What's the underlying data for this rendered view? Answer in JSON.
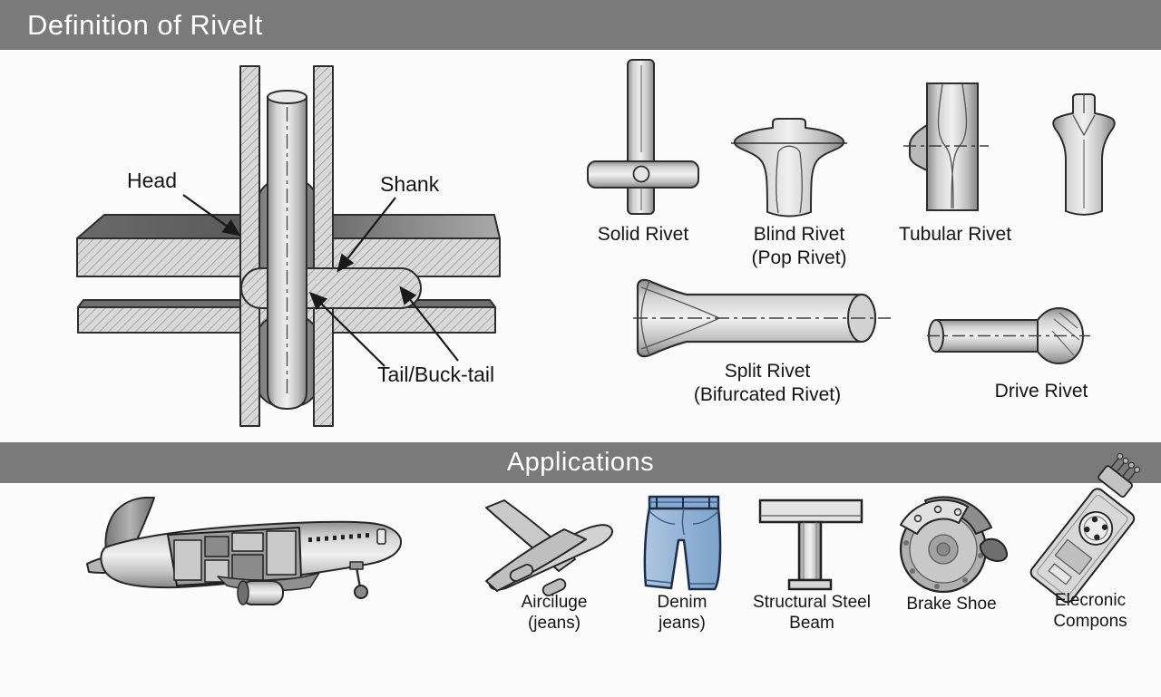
{
  "header": {
    "title": "Definition of Rivelt"
  },
  "definition": {
    "diagram_labels": {
      "head": "Head",
      "shank": "Shank",
      "tail": "Tail/Buck-tail"
    },
    "rivet_types": [
      {
        "icon": "solid-rivet-icon",
        "label": "Solid Rivet",
        "sublabel": ""
      },
      {
        "icon": "blind-rivet-icon",
        "label": "Blind Rivet",
        "sublabel": "(Pop Rivet)"
      },
      {
        "icon": "tubular-rivet-icon",
        "label": "Tubular Rivet",
        "sublabel": ""
      },
      {
        "icon": "semi-tubular-rivet-icon",
        "label": "",
        "sublabel": ""
      },
      {
        "icon": "split-rivet-icon",
        "label": "Split Rivet",
        "sublabel": "(Bifurcated Rivet)"
      },
      {
        "icon": "drive-rivet-icon",
        "label": "Drive Rivet",
        "sublabel": ""
      }
    ]
  },
  "applications": {
    "title": "Applications",
    "items": [
      {
        "icon": "airplane-cutaway-icon",
        "label": "",
        "sublabel": ""
      },
      {
        "icon": "airplane-icon",
        "label": "Airciluge",
        "sublabel": "(jeans)"
      },
      {
        "icon": "jeans-icon",
        "label": "Denim",
        "sublabel": "jeans)"
      },
      {
        "icon": "steel-beam-icon",
        "label": "Structural Steel",
        "sublabel": "Beam"
      },
      {
        "icon": "brake-shoe-icon",
        "label": "Brake Shoe",
        "sublabel": ""
      },
      {
        "icon": "electronics-icon",
        "label": "Elecronic",
        "sublabel": "Compons"
      }
    ]
  },
  "colors": {
    "header_bar": "#7a7a7a",
    "header_text": "#ffffff",
    "background": "#fbfbfb",
    "outline": "#2d2d2d",
    "label_text": "#141414",
    "metal_light": "#f0f0f0",
    "metal_mid": "#c0c0c0",
    "metal_dark": "#868686",
    "denim_blue": "#8fb0d4"
  }
}
